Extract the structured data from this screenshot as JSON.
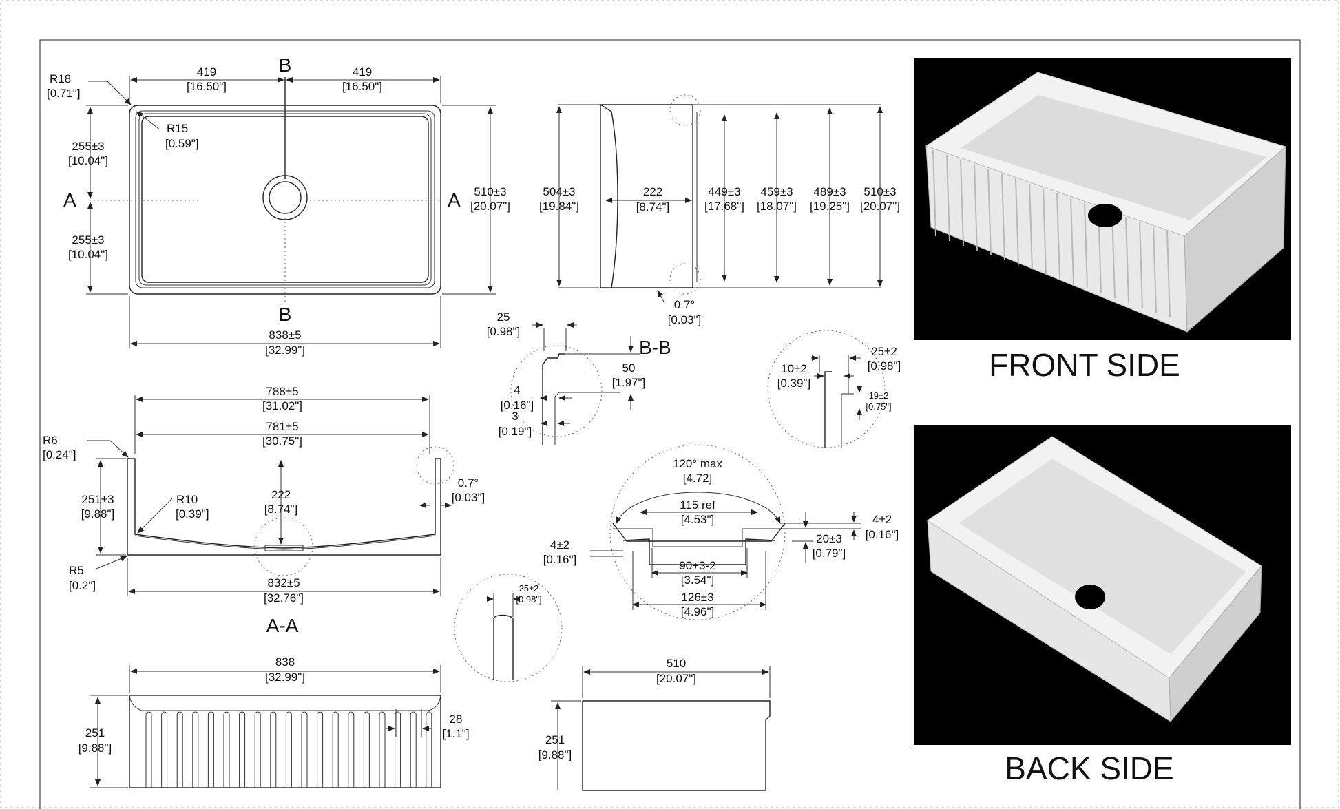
{
  "top_view": {
    "r18": "R18",
    "r18_in": "[0.71\"]",
    "w_left": "419",
    "w_left_in": "[16.50\"]",
    "w_right": "419",
    "w_right_in": "[16.50\"]",
    "sec_b_top": "B",
    "sec_b_bottom": "B",
    "sec_a_left": "A",
    "sec_a_right": "A",
    "r15": "R15",
    "r15_in": "[0.59\"]",
    "h_top": "255±3",
    "h_top_in": "[10.04\"]",
    "h_bot": "255±3",
    "h_bot_in": "[10.04\"]",
    "depth": "510±3",
    "depth_in": "[20.07\"]",
    "width": "838±5",
    "width_in": "[32.99\"]"
  },
  "side_view": {
    "d1": "504±3",
    "d1_in": "[19.84\"]",
    "d2": "222",
    "d2_in": "[8.74\"]",
    "d3": "449±3",
    "d3_in": "[17.68\"]",
    "d4": "459±3",
    "d4_in": "[18.07\"]",
    "d5": "489±3",
    "d5_in": "[19.25\"]",
    "d6": "510±3",
    "d6_in": "[20.07\"]",
    "ang": "0.7°",
    "ang_in": "[0.03\"]"
  },
  "bb_detail": {
    "label": "B-B",
    "w": "25",
    "w_in": "[0.98\"]",
    "h": "50",
    "h_in": "[1.97\"]",
    "a": "4",
    "a_in": "[0.16\"]",
    "b": "3",
    "b_in": "[0.19\"]"
  },
  "rim_detail": {
    "a": "10±2",
    "a_in": "[0.39\"]",
    "b": "25±2",
    "b_in": "[0.98\"]",
    "c": "19±2",
    "c_in": "[0.75\"]"
  },
  "section_aa": {
    "label": "A-A",
    "top_w": "788±5",
    "top_w_in": "[31.02\"]",
    "inner_w": "781±5",
    "inner_w_in": "[30.75\"]",
    "r6": "R6",
    "r6_in": "[0.24\"]",
    "h": "251±3",
    "h_in": "[9.88\"]",
    "r10": "R10",
    "r10_in": "[0.39\"]",
    "d": "222",
    "d_in": "[8.74\"]",
    "ang": "0.7°",
    "ang_in": "[0.03\"]",
    "r5": "R5",
    "r5_in": "[0.2\"]",
    "bottom_w": "832±5",
    "bottom_w_in": "[32.76\"]"
  },
  "drain_detail": {
    "ang": "120° max",
    "ang_in": "[4.72]",
    "ref": "115 ref",
    "ref_in": "[4.53\"]",
    "left": "4±2",
    "left_in": "[0.16\"]",
    "right": "4±2",
    "right_in": "[0.16\"]",
    "depth": "20±3",
    "depth_in": "[0.79\"]",
    "inner": "90+3-2",
    "inner_in": "[3.54\"]",
    "outer": "126±3",
    "outer_in": "[4.96\"]"
  },
  "apron_detail": {
    "w": "25±2",
    "w_in": "[0.98\"]"
  },
  "front_elev": {
    "w": "838",
    "w_in": "[32.99\"]",
    "h": "251",
    "h_in": "[9.88\"]",
    "groove": "28",
    "groove_in": "[1.1\"]"
  },
  "side_elev": {
    "w": "510",
    "w_in": "[20.07\"]",
    "h": "251",
    "h_in": "[9.88\"]"
  },
  "captions": {
    "front": "FRONT SIDE",
    "back": "BACK  SIDE"
  }
}
